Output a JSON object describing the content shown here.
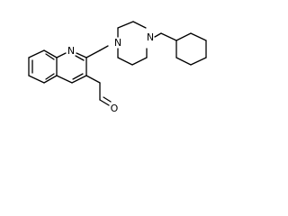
{
  "structure": {
    "atoms": {
      "quinoline_n": "N",
      "piperazine_n1": "N",
      "piperazine_n4": "N",
      "aldehyde_o": "O"
    }
  }
}
